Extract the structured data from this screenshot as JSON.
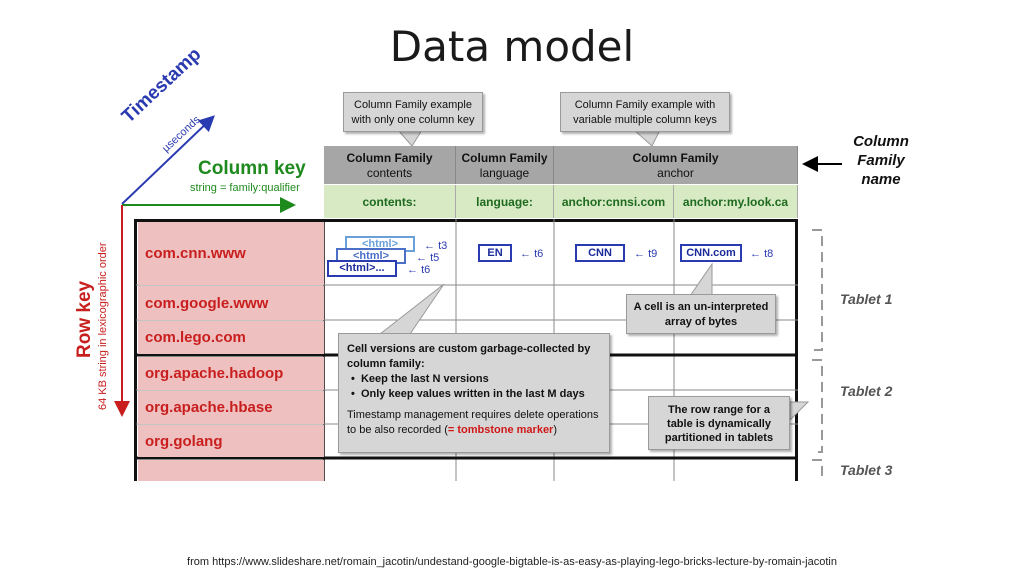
{
  "title": "Data model",
  "axes": {
    "timestamp": "Timestamp",
    "timestamp_unit": "µseconds",
    "column_key": "Column key",
    "column_key_sub": "string = family:qualifier",
    "row_key": "Row key",
    "row_key_sub": "64 KB string in lexicographic order"
  },
  "column_families": [
    {
      "name": "Column Family",
      "sub": "contents"
    },
    {
      "name": "Column Family",
      "sub": "language"
    },
    {
      "name": "Column Family",
      "sub": "anchor"
    }
  ],
  "column_keys": [
    "contents:",
    "language:",
    "anchor:cnnsi.com",
    "anchor:my.look.ca"
  ],
  "rows": [
    "com.cnn.www",
    "com.google.www",
    "com.lego.com",
    "org.apache.hadoop",
    "org.apache.hbase",
    "org.golang"
  ],
  "cells": {
    "html_back": "<html>",
    "html_mid": "<html>",
    "html_front": "<html>...",
    "t3": "t3",
    "t5": "t5",
    "t6": "t6",
    "en": "EN",
    "en_ts": "t6",
    "cnn": "CNN",
    "cnn_ts": "t9",
    "cnncom": "CNN.com",
    "cnncom_ts": "t8"
  },
  "callouts": {
    "one_key": "Column Family example with only one column key",
    "multi_key": "Column Family example with variable multiple column keys",
    "cf_name_label": "Column Family name",
    "cell_bytes": "A cell is an un-interpreted array of bytes",
    "gc_title": "Cell versions are custom garbage-collected by column family:",
    "gc_bullet1": "Keep the last N versions",
    "gc_bullet2": "Only keep values written in the last M days",
    "gc_note_a": "Timestamp management requires delete operations to be also recorded (",
    "gc_note_marker": "= tombstone marker",
    "gc_note_b": ")",
    "row_range": "The row range for a table is dynamically partitioned in tablets"
  },
  "tablets": [
    "Tablet 1",
    "Tablet 2",
    "Tablet 3"
  ],
  "source": "from https://www.slideshare.net/romain_jacotin/undestand-google-bigtable-is-as-easy-as-playing-lego-bricks-lecture-by-romain-jacotin",
  "colors": {
    "row_key": "#c81e1e",
    "column_key": "#1e8a1e",
    "timestamp": "#2a3ab0"
  }
}
